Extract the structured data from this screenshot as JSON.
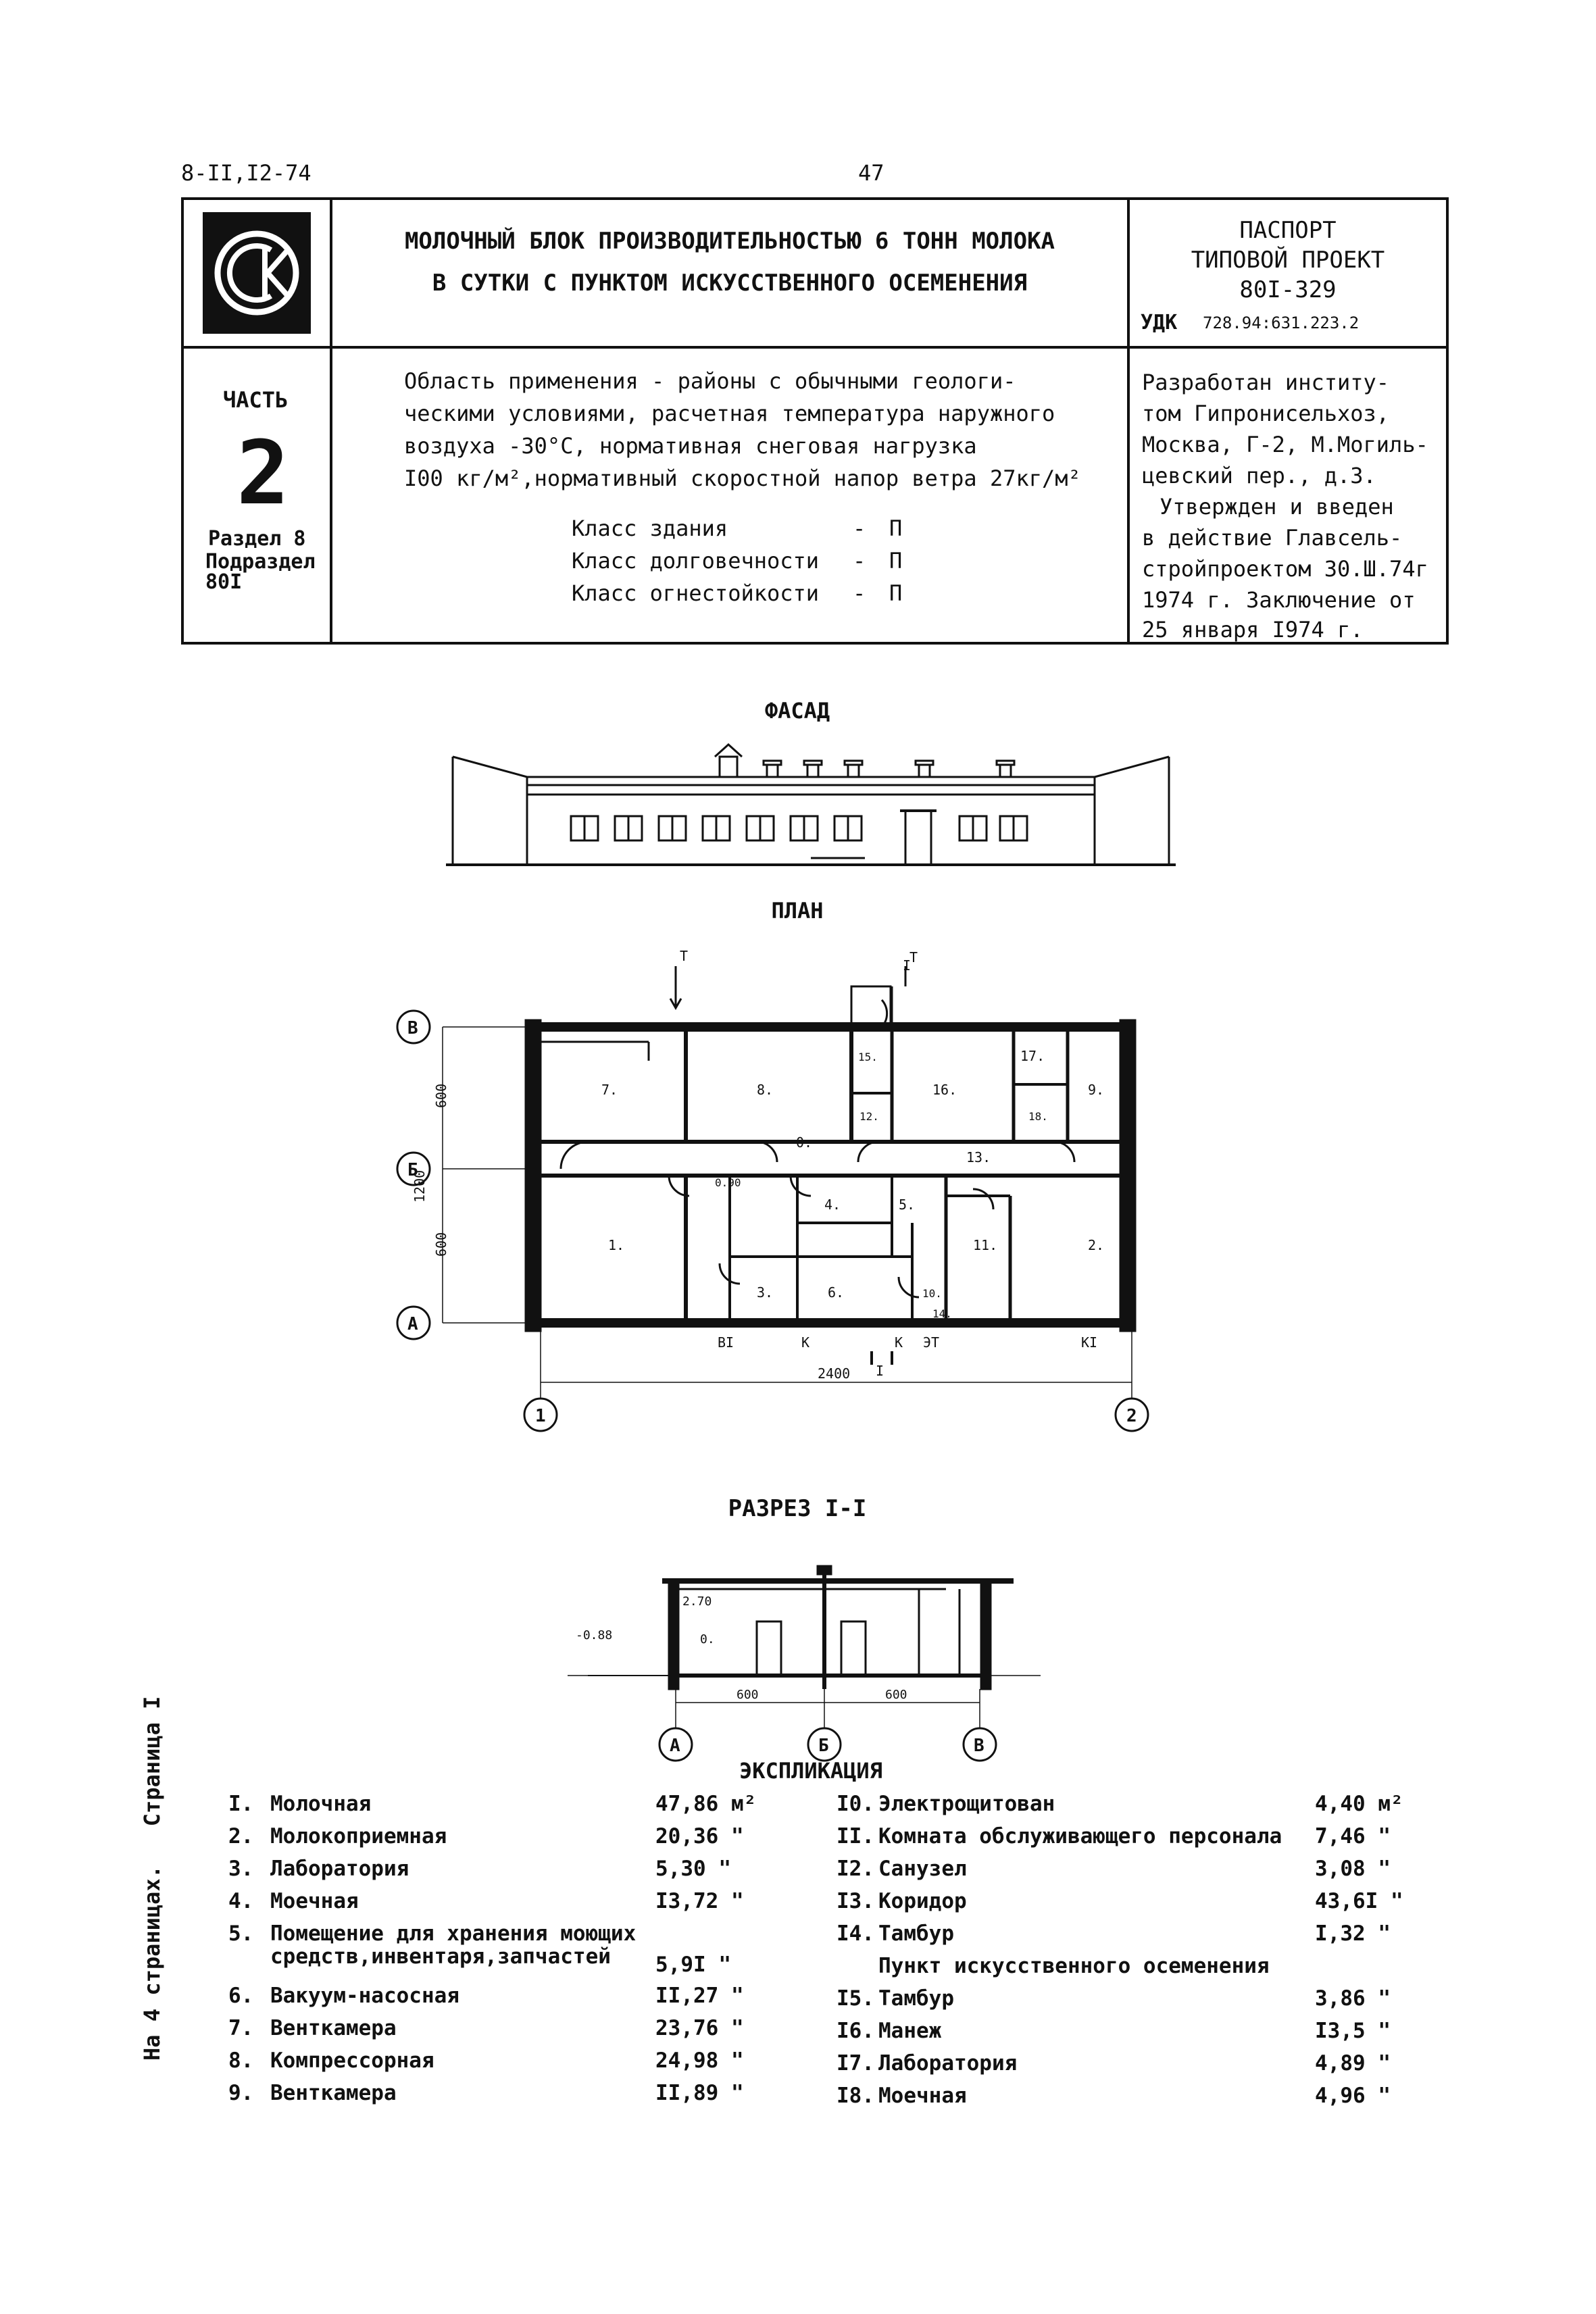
{
  "header": {
    "doc_code": "8-II,I2-74",
    "page_number": "47",
    "title_line1": "МОЛОЧНЫЙ БЛОК ПРОИЗВОДИТЕЛЬНОСТЬЮ 6 ТОНН МОЛОКА",
    "title_line2": "В СУТКИ С ПУНКТОМ ИСКУССТВЕННОГО ОСЕМЕНЕНИЯ",
    "passport": "ПАСПОРТ",
    "typical_project": "ТИПОВОЙ ПРОЕКТ",
    "project_number": "80I-329",
    "udk_label": "УДК",
    "udk_value": "728.94:631.223.2",
    "part_label": "ЧАСТЬ",
    "part_number": "2",
    "section": "Раздел 8",
    "subsection_label": "Подраздел",
    "subsection_value": "80I",
    "application_lines": [
      "Область применения - районы с обычными геологи-",
      "ческими условиями, расчетная температура наружного",
      "воздуха -30°С, нормативная снеговая нагрузка",
      "I00 кг/м²,нормативный скоростной напор ветра 27кг/м²"
    ],
    "classes": [
      {
        "label": "Класс здания",
        "dash": "-",
        "value": "П"
      },
      {
        "label": "Класс долговечности",
        "dash": "-",
        "value": "П"
      },
      {
        "label": "Класс огнестойкости",
        "dash": "-",
        "value": "П"
      }
    ],
    "developer_lines": [
      "Разработан институ-",
      "том Гипронисельхоз,",
      "Москва, Г-2, М.Могиль-",
      "цевский пер., д.3.",
      "Утвержден и введен",
      "в действие Главсель-",
      "стройпроектом 30.Ш.74г",
      "1974 г. Заключение от",
      "25 января I974 г."
    ]
  },
  "drawings": {
    "facade_title": "ФАСАД",
    "plan_title": "ПЛАН",
    "section_title": "РАЗРЕЗ I-I",
    "plan_axes": {
      "B": "В",
      "Bb": "Б",
      "A": "А",
      "one": "1",
      "two": "2"
    },
    "plan_dims": {
      "d600a": "600",
      "d600b": "600",
      "d1200": "1200",
      "d2400": "2400"
    },
    "plan_marks": {
      "T": "Т",
      "zero": "0.",
      "m090": "0.90",
      "bv": "ВI",
      "k1": "К",
      "k2": "К",
      "vk": "ЭТ",
      "ki": "КI",
      "cut1": "I",
      "cut2": "I"
    },
    "room_numbers": [
      "7.",
      "8.",
      "15.",
      "16.",
      "17.",
      "9.",
      "12.",
      "18.",
      "13.",
      "1.",
      "4.",
      "5.",
      "2.",
      "3.",
      "6.",
      "10.",
      "11.",
      "14."
    ],
    "section_marks": {
      "m270": "2.70",
      "zero": "0.",
      "m088": "-0.88",
      "d600a": "600",
      "d600b": "600",
      "A": "А",
      "B": "Б",
      "V": "В"
    }
  },
  "explication": {
    "title": "ЭКСПЛИКАЦИЯ",
    "left": [
      {
        "n": "I.",
        "name": "Молочная",
        "area": "47,86 м²"
      },
      {
        "n": "2.",
        "name": "Молокоприемная",
        "area": "20,36 \""
      },
      {
        "n": "3.",
        "name": "Лаборатория",
        "area": "5,30 \""
      },
      {
        "n": "4.",
        "name": "Моечная",
        "area": "I3,72 \""
      },
      {
        "n": "5.",
        "name": "Помещение для хранения моющих",
        "area": ""
      },
      {
        "n": "",
        "name": "средств,инвентаря,запчастей",
        "area": "5,9I \""
      },
      {
        "n": "6.",
        "name": "Вакуум-насосная",
        "area": "II,27 \""
      },
      {
        "n": "7.",
        "name": "Венткамера",
        "area": "23,76 \""
      },
      {
        "n": "8.",
        "name": "Компрессорная",
        "area": "24,98 \""
      },
      {
        "n": "9.",
        "name": "Венткамера",
        "area": "II,89 \""
      }
    ],
    "right": [
      {
        "n": "I0.",
        "name": "Электрощитован",
        "area": "4,40 м²"
      },
      {
        "n": "II.",
        "name": "Комната обслуживающего персонала",
        "area": "7,46 \""
      },
      {
        "n": "I2.",
        "name": "Санузел",
        "area": "3,08 \""
      },
      {
        "n": "I3.",
        "name": "Коридор",
        "area": "43,6I \""
      },
      {
        "n": "I4.",
        "name": "Тамбур",
        "area": "I,32 \""
      },
      {
        "n": "",
        "name": "Пункт искусственного осеменения",
        "area": ""
      },
      {
        "n": "I5.",
        "name": "Тамбур",
        "area": "3,86 \""
      },
      {
        "n": "I6.",
        "name": "Манеж",
        "area": "I3,5 \""
      },
      {
        "n": "I7.",
        "name": "Лаборатория",
        "area": "4,89 \""
      },
      {
        "n": "I8.",
        "name": "Моечная",
        "area": "4,96 \""
      }
    ]
  },
  "side_note": "На 4 страницах.   Страница I"
}
